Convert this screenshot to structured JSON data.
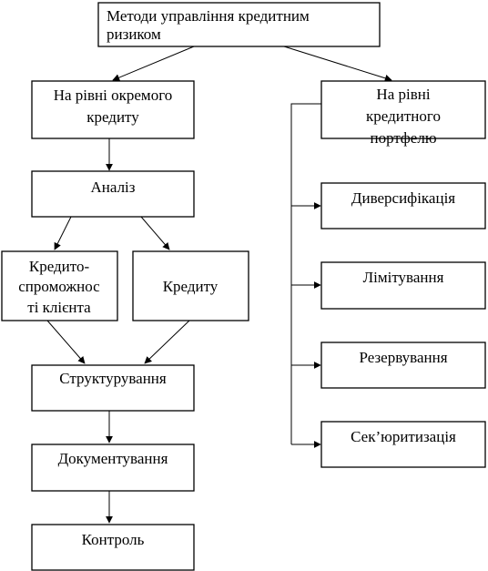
{
  "nodes": {
    "root": [
      "Методи управління кредитним",
      "ризиком"
    ],
    "single_credit": [
      "На рівні окремого",
      "кредиту"
    ],
    "portfolio": [
      "На рівні",
      "кредитного",
      "портфелю"
    ],
    "analysis": [
      "Аналіз"
    ],
    "creditworthiness": [
      "Кредито-",
      "спроможнос",
      "ті клієнта"
    ],
    "credit": [
      "Кредиту"
    ],
    "structuring": [
      "Структурування"
    ],
    "documenting": [
      "Документування"
    ],
    "control": [
      "Контроль"
    ],
    "diversification": [
      "Диверсифікація"
    ],
    "limiting": [
      "Лімітування"
    ],
    "reserving": [
      "Резервування"
    ],
    "securitization": [
      "Сек’юритизація"
    ]
  }
}
